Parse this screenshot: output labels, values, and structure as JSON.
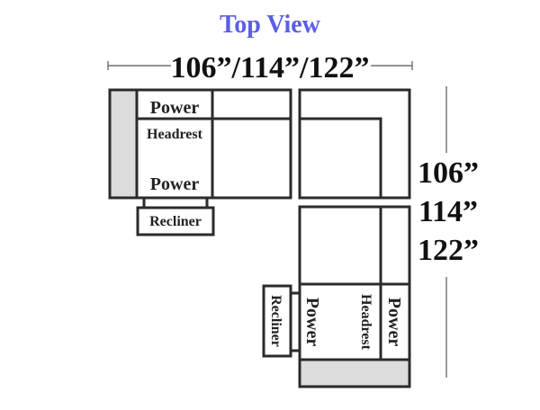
{
  "title": "Top View",
  "width_dimension": "106”/114”/122”",
  "depth_dimensions": [
    "106”",
    "114”",
    "122”"
  ],
  "left_section": {
    "power_top": "Power",
    "headrest": "Headrest",
    "power_bottom": "Power",
    "recliner": "Recliner"
  },
  "right_section": {
    "power_left": "Power",
    "headrest": "Headrest",
    "power_right": "Power",
    "recliner": "Recliner"
  },
  "colors": {
    "title": "#5b5ee8",
    "outline": "#2b2b2b",
    "arm_fill": "#dcdcdc"
  }
}
